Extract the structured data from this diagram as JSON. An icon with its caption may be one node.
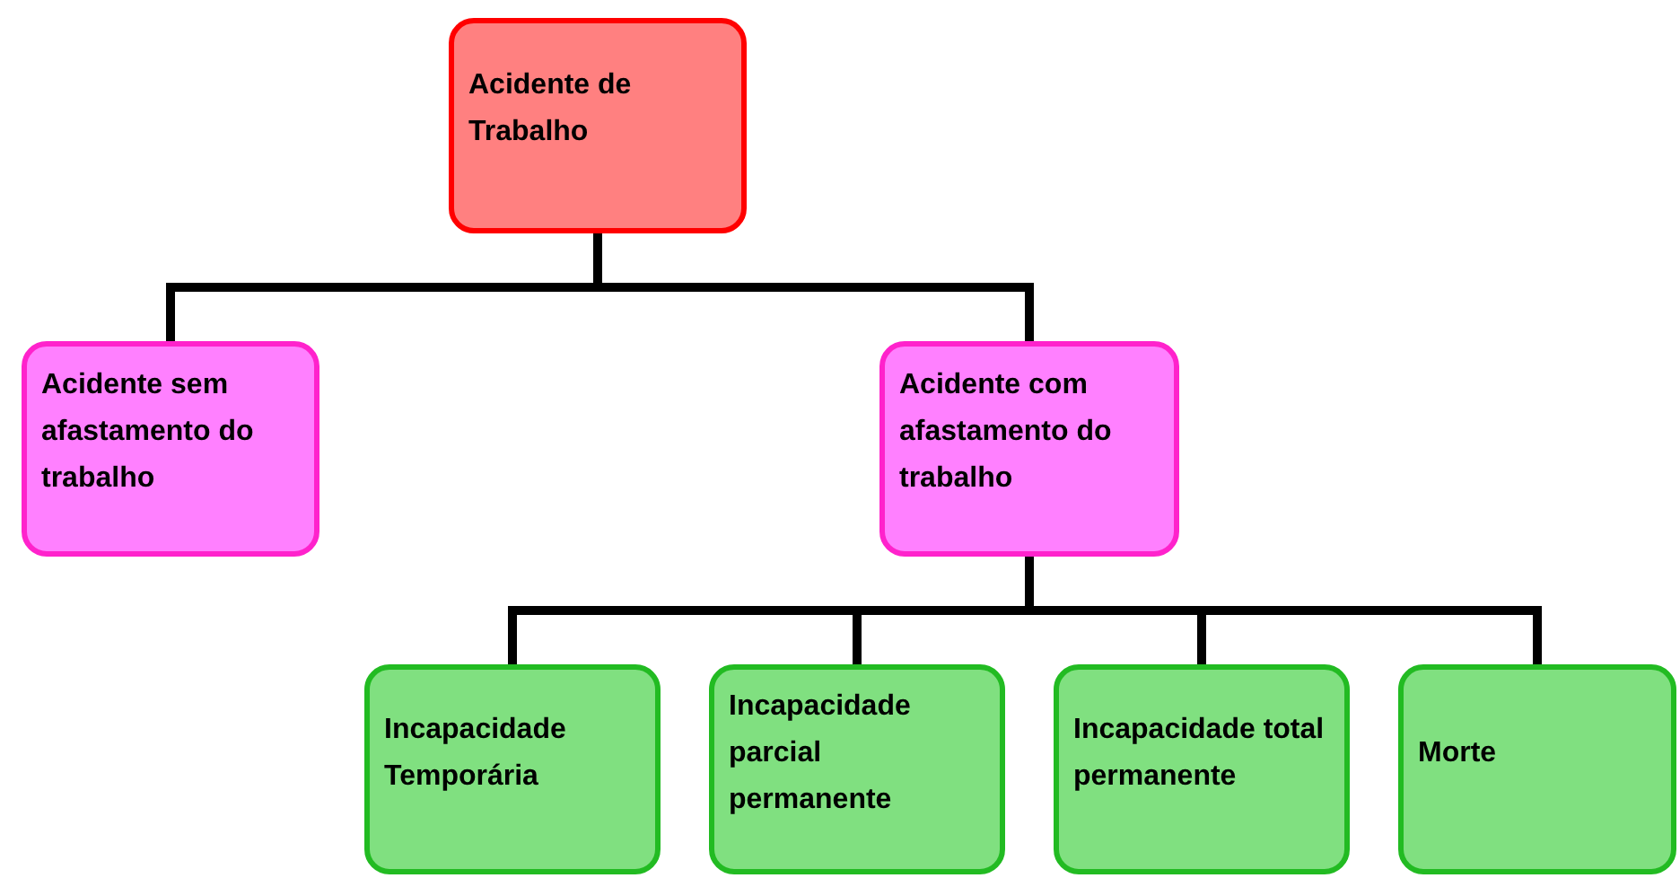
{
  "diagram": {
    "nodes": [
      {
        "text": [
          "Acidente de Trabalho"
        ]
      },
      {
        "text": [
          "Acidente sem afastamento do trabalho"
        ]
      },
      {
        "text": [
          "Acidente com afastamento do trabalho"
        ]
      },
      {
        "text": [
          "Incapacidade Temporária"
        ]
      },
      {
        "text": [
          "Incapacidade parcial permanente"
        ]
      },
      {
        "text": [
          "Incapacidade total permanente"
        ]
      },
      {
        "text": [
          "Morte"
        ]
      }
    ],
    "edges": [
      {
        "from": 0,
        "to": 1,
        "arrow": "none"
      },
      {
        "from": 0,
        "to": 2,
        "arrow": "none"
      },
      {
        "from": 2,
        "to": 3,
        "arrow": "none"
      },
      {
        "from": 2,
        "to": 4,
        "arrow": "none"
      },
      {
        "from": 2,
        "to": 5,
        "arrow": "none"
      },
      {
        "from": 2,
        "to": 6,
        "arrow": "none"
      }
    ]
  }
}
